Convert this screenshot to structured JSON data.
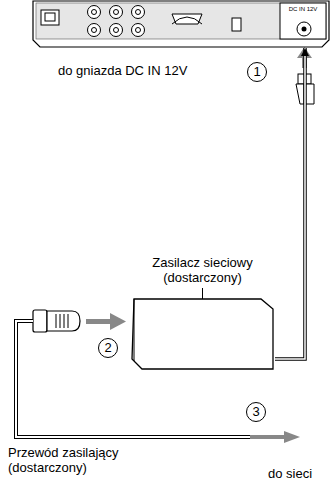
{
  "diagram": {
    "nodes": [
      {
        "text": [
          "DC IN 12V"
        ]
      },
      {
        "text": [
          "Zasilacz sieciowy (dostarczony)"
        ]
      }
    ],
    "edges": [
      {
        "from": 1,
        "to": 0,
        "arrow": "to"
      }
    ],
    "labels": [
      "do gniazda DC IN 12V",
      "1",
      "2",
      "3",
      "Przewód zasilający (dostarczony)",
      "do sieci"
    ]
  }
}
